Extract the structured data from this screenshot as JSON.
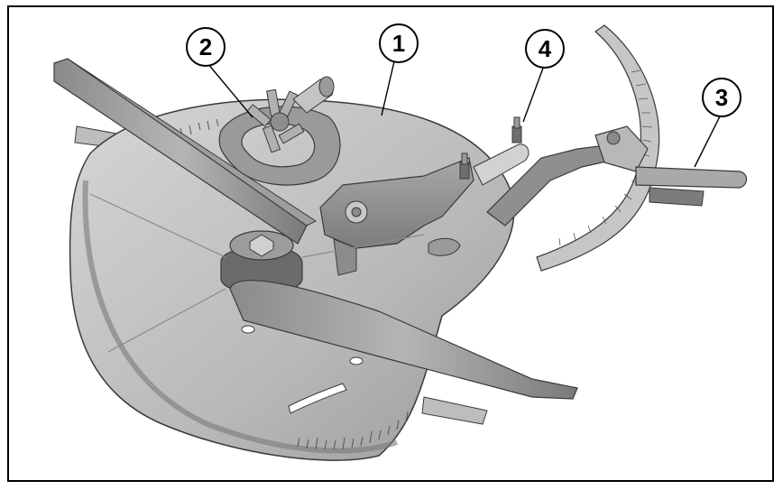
{
  "callouts": [
    {
      "id": "1",
      "label": "1"
    },
    {
      "id": "2",
      "label": "2"
    },
    {
      "id": "3",
      "label": "3"
    },
    {
      "id": "4",
      "label": "4"
    }
  ],
  "colors": {
    "metal_light": "#c9c9c9",
    "metal_mid": "#a9a9a9",
    "metal_dark": "#6e6e6e",
    "outline": "#3a3a3a",
    "callout_fill": "#ffffff",
    "callout_stroke": "#000000"
  }
}
